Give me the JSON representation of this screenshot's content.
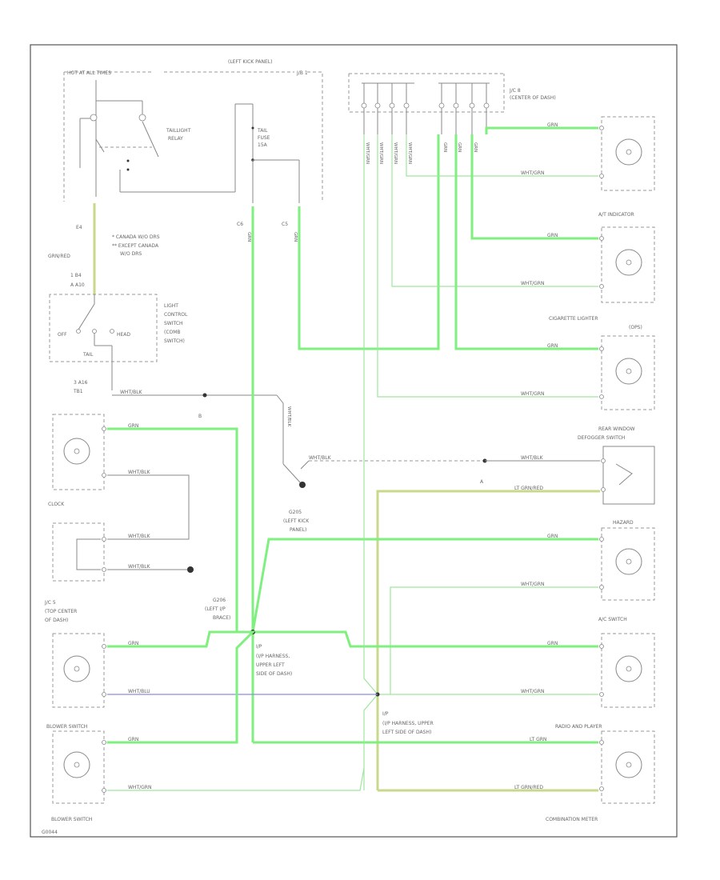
{
  "labels": {
    "hot_at_all_times": "HOT AT ALL TIMES",
    "left_kick_panel": "(LEFT KICK PANEL)",
    "jb1": "J/B 1",
    "taillight_relay_1": "TAILLIGHT",
    "taillight_relay_2": "RELAY",
    "tail_fuse_1": "TAIL",
    "tail_fuse_2": "FUSE",
    "tail_fuse_3": "15A",
    "jc8_1": "J/C 8",
    "jc8_2": "(CENTER OF DASH)",
    "canada_1": "* CANADA W/O DRS",
    "canada_2": "** EXCEPT CANADA",
    "canada_3": "W/O DRS",
    "light_ctrl_1": "LIGHT",
    "light_ctrl_2": "CONTROL",
    "light_ctrl_3": "SWITCH",
    "light_ctrl_4": "(COMB",
    "light_ctrl_5": "SWITCH)",
    "off": "OFF",
    "head": "HEAD",
    "tail": "TAIL",
    "wire_grnred": "GRN/RED",
    "pin_1b4": "1 B4",
    "pin_a10": "A A10",
    "pin_a16": "3 A16",
    "pin_tb1": "TB1",
    "pin_e4": "E4",
    "pin_c6": "C6",
    "pin_c5": "C5",
    "at_indicator": "A/T INDICATOR",
    "cig_lighter_1": "CIGARETTE LIGHTER",
    "cig_lighter_2": "(OPS)",
    "rear_window_1": "REAR WINDOW",
    "rear_window_2": "DEFOGGER SWITCH",
    "clock": "CLOCK",
    "g205_1": "G205",
    "g205_2": "(LEFT KICK",
    "g205_3": "PANEL)",
    "hazard": "HAZARD",
    "jc5_1": "J/C 5",
    "jc5_2": "(TOP CENTER",
    "jc5_3": "OF DASH)",
    "g206_1": "G206",
    "g206_2": "(LEFT I/P",
    "g206_3": "BRACE)",
    "ac_switch": "A/C SWITCH",
    "ip_harness_a1": "I/P",
    "ip_harness_a2": "(I/P HARNESS,",
    "ip_harness_a3": "UPPER LEFT",
    "ip_harness_a4": "SIDE OF DASH)",
    "ip_harness_b1": "I/P",
    "ip_harness_b2": "(I/P HARNESS, UPPER",
    "ip_harness_b3": "LEFT SIDE OF DASH)",
    "blower_switch_top": "BLOWER SWITCH",
    "radio_player": "RADIO AND PLAYER",
    "blower_switch": "BLOWER SWITCH",
    "combination_meter": "COMBINATION METER",
    "wire_grn": "GRN",
    "wire_wht_grn": "WHT/GRN",
    "wire_wht_blk": "WHT/BLK",
    "wire_lt_grn": "LT GRN",
    "wire_lt_grnred": "LT GRN/RED",
    "wire_wht_blu": "WHT/BLU",
    "pin_a": "A",
    "pin_b": "B",
    "footer_code": "G0044"
  }
}
